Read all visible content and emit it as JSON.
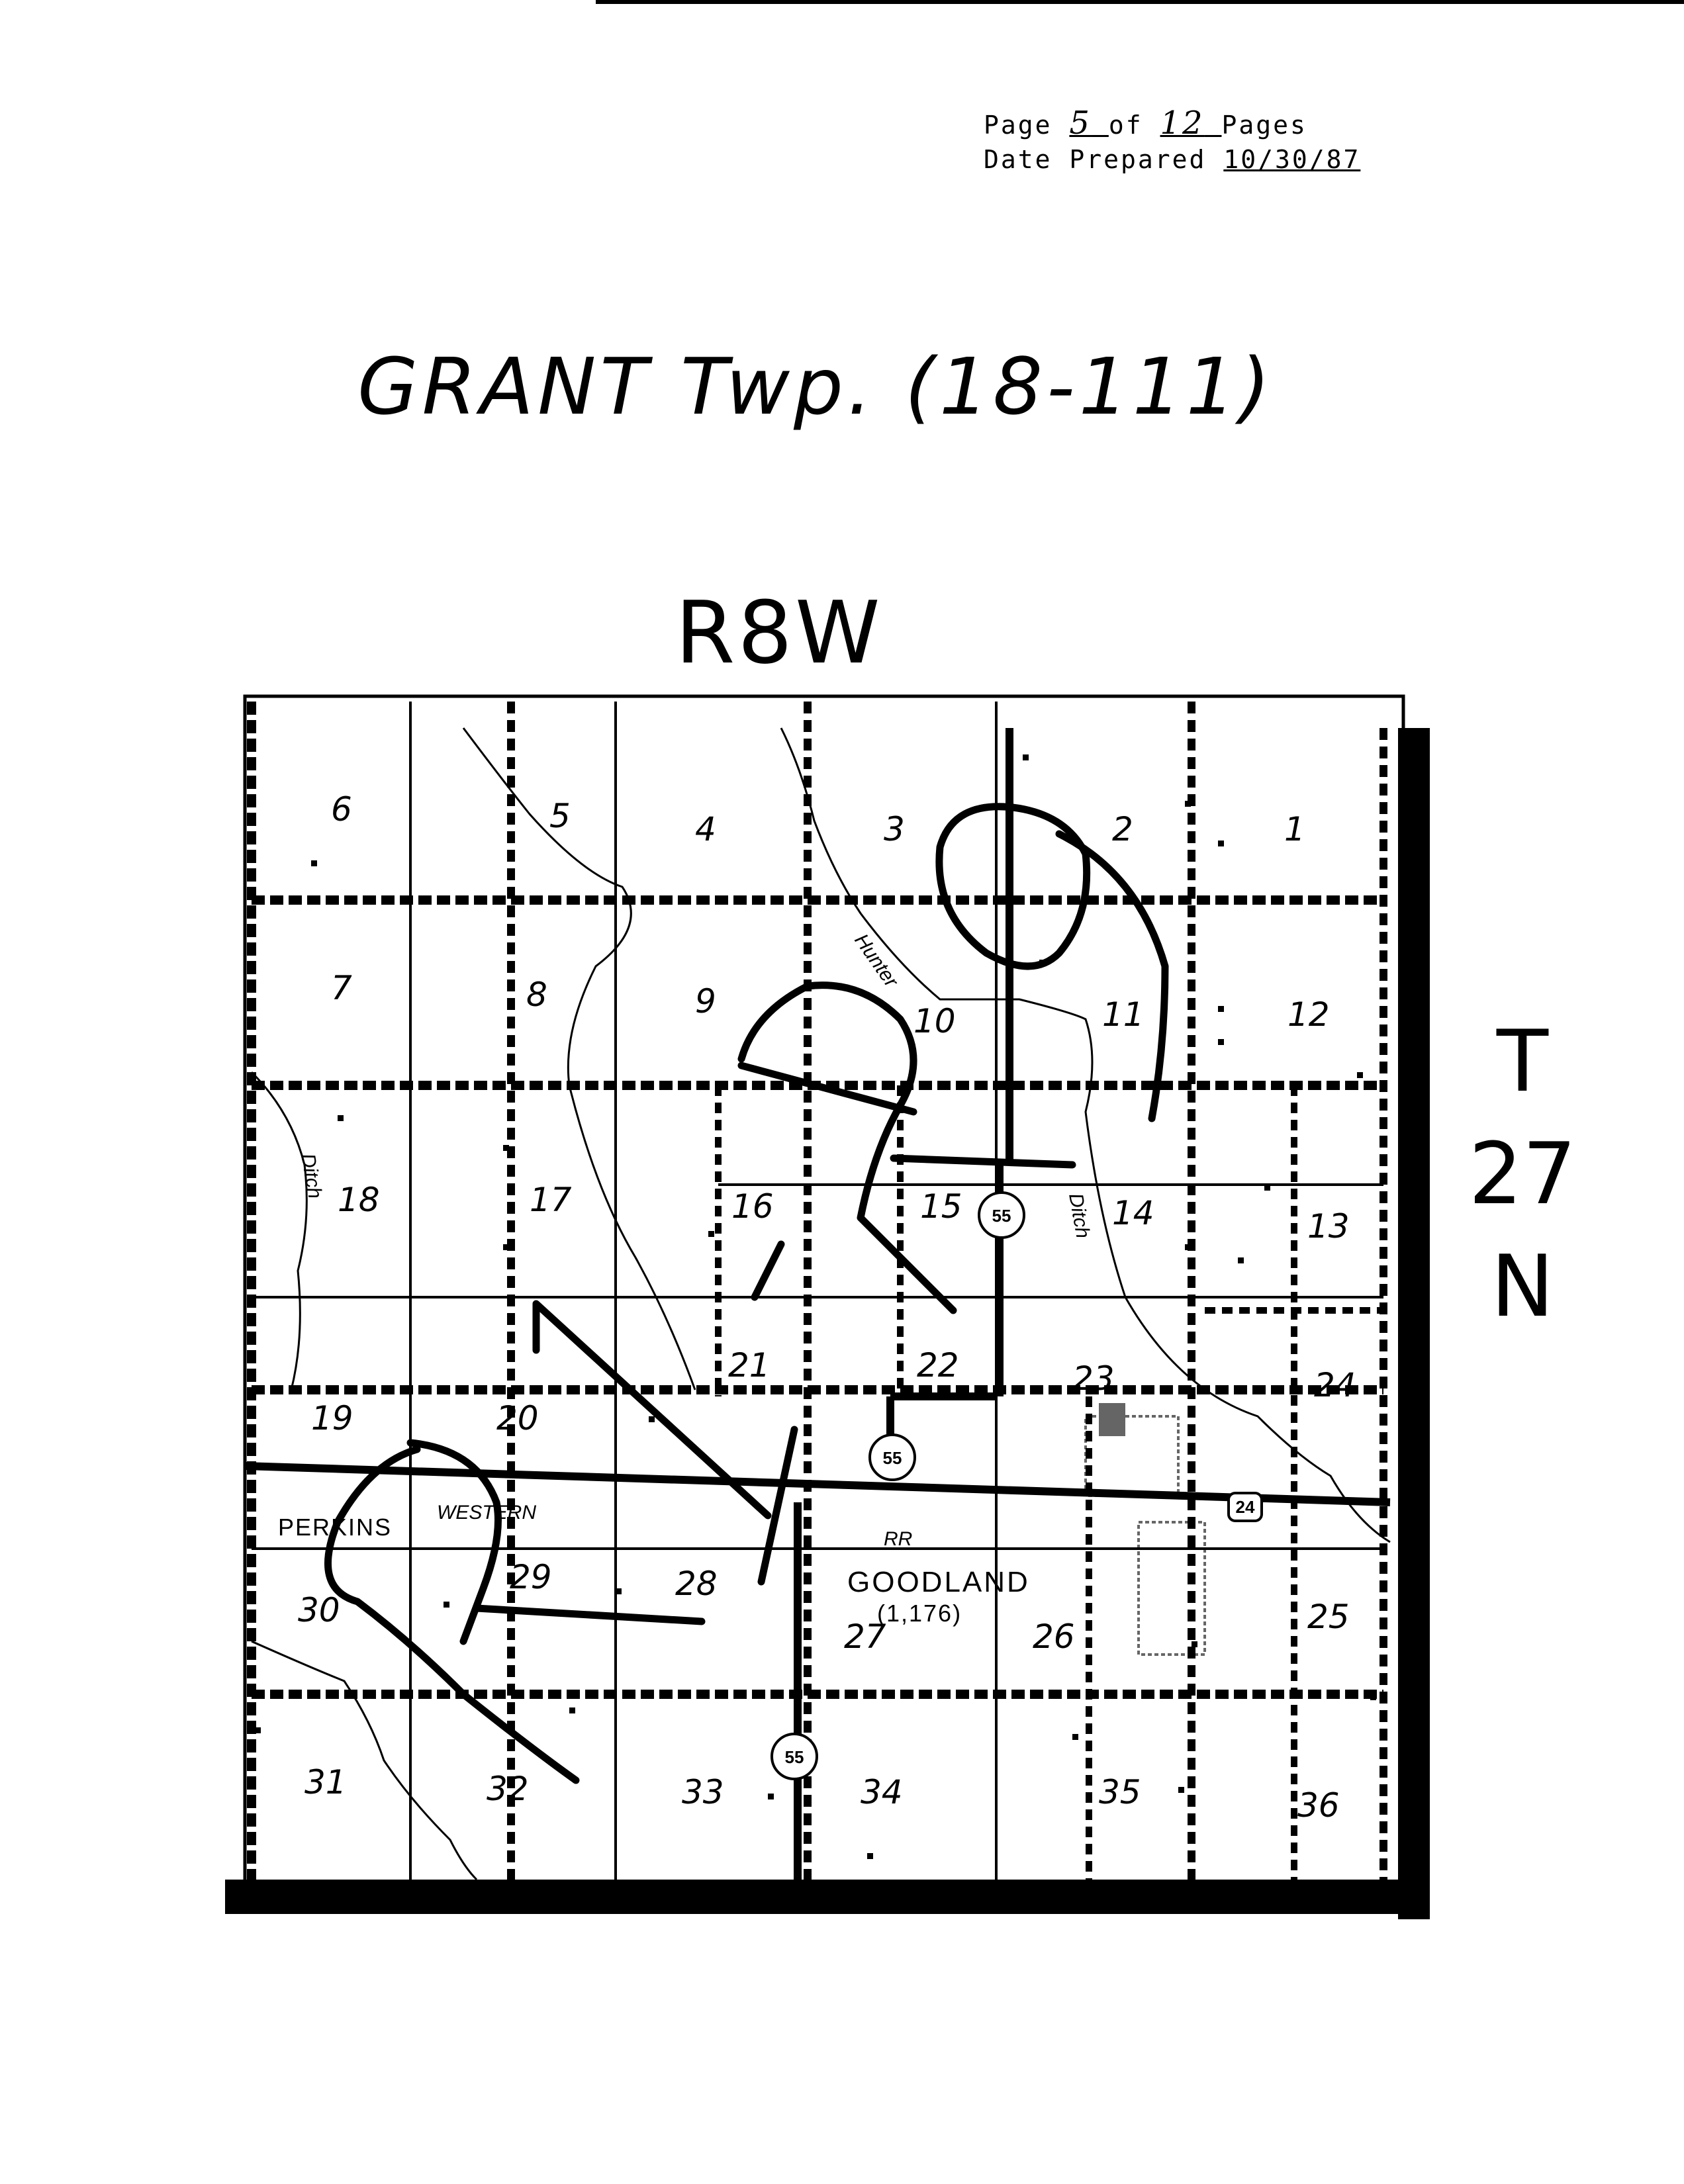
{
  "header": {
    "page_label": "Page",
    "page_number": "5",
    "of_label": "of",
    "page_total": "12",
    "pages_label": "Pages",
    "date_label": "Date Prepared",
    "date_value": "10/30/87"
  },
  "title": "GRANT Twp. (18-111)",
  "range_label": "R8W",
  "township_label": [
    "T",
    "27",
    "N"
  ],
  "map": {
    "sections": [
      {
        "n": "1"
      },
      {
        "n": "2"
      },
      {
        "n": "3"
      },
      {
        "n": "4"
      },
      {
        "n": "5"
      },
      {
        "n": "6"
      },
      {
        "n": "7"
      },
      {
        "n": "8"
      },
      {
        "n": "9"
      },
      {
        "n": "10"
      },
      {
        "n": "11"
      },
      {
        "n": "12"
      },
      {
        "n": "13"
      },
      {
        "n": "14"
      },
      {
        "n": "15"
      },
      {
        "n": "16"
      },
      {
        "n": "17"
      },
      {
        "n": "18"
      },
      {
        "n": "19"
      },
      {
        "n": "20"
      },
      {
        "n": "21"
      },
      {
        "n": "22"
      },
      {
        "n": "23"
      },
      {
        "n": "24"
      },
      {
        "n": "25"
      },
      {
        "n": "26"
      },
      {
        "n": "27"
      },
      {
        "n": "28"
      },
      {
        "n": "29"
      },
      {
        "n": "30"
      },
      {
        "n": "31"
      },
      {
        "n": "32"
      },
      {
        "n": "33"
      },
      {
        "n": "34"
      },
      {
        "n": "35"
      },
      {
        "n": "36"
      }
    ],
    "places": {
      "goodland": "GOODLAND",
      "goodland_pop": "(1,176)",
      "perkins": "PERKINS",
      "western": "WESTERN",
      "rr": "RR",
      "hunter": "Hunter",
      "ditch_west": "Ditch",
      "ditch_east": "Ditch"
    },
    "routes": {
      "state_55": "55",
      "us_24": "24"
    }
  }
}
